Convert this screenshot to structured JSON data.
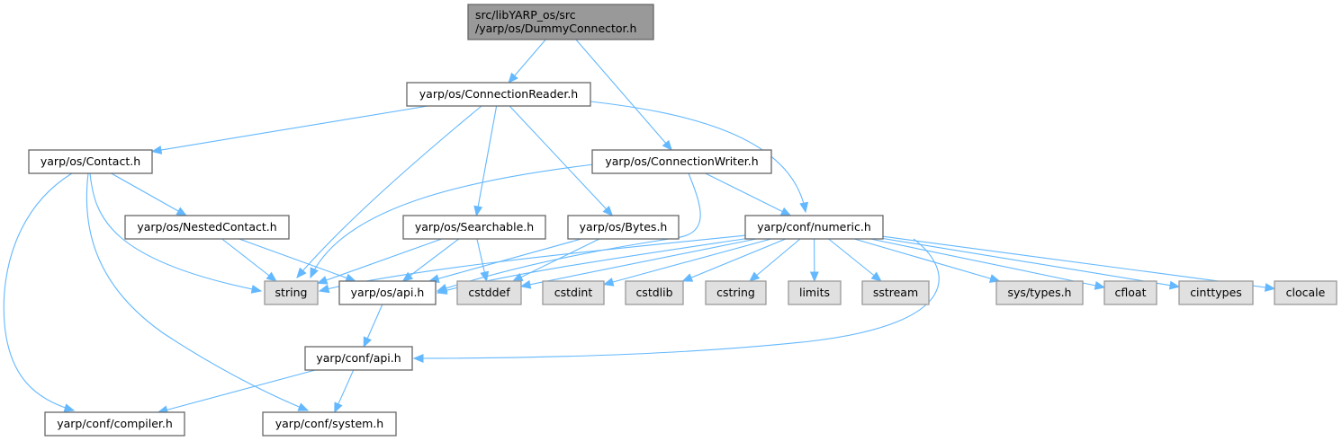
{
  "diagram": {
    "title": "src/libYARP_os/src/yarp/os/DummyConnector.h",
    "colors": {
      "edge": "#63b8ff",
      "root_fill": "#999999",
      "file_fill": "#ffffff",
      "system_fill": "#e0e0e0",
      "border": "#666666"
    },
    "nodes": [
      {
        "id": "dummy",
        "lines": [
          "src/libYARP_os/src",
          "/yarp/os/DummyConnector.h"
        ],
        "kind": "root"
      },
      {
        "id": "reader",
        "lines": [
          "yarp/os/ConnectionReader.h"
        ],
        "kind": "file"
      },
      {
        "id": "contact",
        "lines": [
          "yarp/os/Contact.h"
        ],
        "kind": "file"
      },
      {
        "id": "writer",
        "lines": [
          "yarp/os/ConnectionWriter.h"
        ],
        "kind": "file"
      },
      {
        "id": "nested",
        "lines": [
          "yarp/os/NestedContact.h"
        ],
        "kind": "file"
      },
      {
        "id": "searchable",
        "lines": [
          "yarp/os/Searchable.h"
        ],
        "kind": "file"
      },
      {
        "id": "bytes",
        "lines": [
          "yarp/os/Bytes.h"
        ],
        "kind": "file"
      },
      {
        "id": "numeric",
        "lines": [
          "yarp/conf/numeric.h"
        ],
        "kind": "file"
      },
      {
        "id": "string",
        "lines": [
          "string"
        ],
        "kind": "sys"
      },
      {
        "id": "osapi",
        "lines": [
          "yarp/os/api.h"
        ],
        "kind": "file"
      },
      {
        "id": "cstddef",
        "lines": [
          "cstddef"
        ],
        "kind": "sys"
      },
      {
        "id": "cstdint",
        "lines": [
          "cstdint"
        ],
        "kind": "sys"
      },
      {
        "id": "cstdlib",
        "lines": [
          "cstdlib"
        ],
        "kind": "sys"
      },
      {
        "id": "cstring",
        "lines": [
          "cstring"
        ],
        "kind": "sys"
      },
      {
        "id": "limits",
        "lines": [
          "limits"
        ],
        "kind": "sys"
      },
      {
        "id": "sstream",
        "lines": [
          "sstream"
        ],
        "kind": "sys"
      },
      {
        "id": "systypes",
        "lines": [
          "sys/types.h"
        ],
        "kind": "sys"
      },
      {
        "id": "cfloat",
        "lines": [
          "cfloat"
        ],
        "kind": "sys"
      },
      {
        "id": "cinttypes",
        "lines": [
          "cinttypes"
        ],
        "kind": "sys"
      },
      {
        "id": "clocale",
        "lines": [
          "clocale"
        ],
        "kind": "sys"
      },
      {
        "id": "confapi",
        "lines": [
          "yarp/conf/api.h"
        ],
        "kind": "file"
      },
      {
        "id": "compiler",
        "lines": [
          "yarp/conf/compiler.h"
        ],
        "kind": "file"
      },
      {
        "id": "system",
        "lines": [
          "yarp/conf/system.h"
        ],
        "kind": "file"
      }
    ],
    "edges": [
      [
        "dummy",
        "reader"
      ],
      [
        "dummy",
        "writer"
      ],
      [
        "reader",
        "contact"
      ],
      [
        "reader",
        "string"
      ],
      [
        "reader",
        "searchable"
      ],
      [
        "reader",
        "bytes"
      ],
      [
        "reader",
        "numeric"
      ],
      [
        "contact",
        "nested"
      ],
      [
        "contact",
        "string"
      ],
      [
        "contact",
        "compiler"
      ],
      [
        "contact",
        "system"
      ],
      [
        "writer",
        "string"
      ],
      [
        "writer",
        "osapi"
      ],
      [
        "writer",
        "numeric"
      ],
      [
        "nested",
        "string"
      ],
      [
        "nested",
        "osapi"
      ],
      [
        "searchable",
        "string"
      ],
      [
        "searchable",
        "osapi"
      ],
      [
        "searchable",
        "cstddef"
      ],
      [
        "bytes",
        "osapi"
      ],
      [
        "bytes",
        "cstddef"
      ],
      [
        "numeric",
        "string"
      ],
      [
        "numeric",
        "osapi"
      ],
      [
        "numeric",
        "cstddef"
      ],
      [
        "numeric",
        "cstdint"
      ],
      [
        "numeric",
        "cstdlib"
      ],
      [
        "numeric",
        "cstring"
      ],
      [
        "numeric",
        "limits"
      ],
      [
        "numeric",
        "sstream"
      ],
      [
        "numeric",
        "systypes"
      ],
      [
        "numeric",
        "cfloat"
      ],
      [
        "numeric",
        "cinttypes"
      ],
      [
        "numeric",
        "clocale"
      ],
      [
        "numeric",
        "confapi"
      ],
      [
        "osapi",
        "confapi"
      ],
      [
        "confapi",
        "compiler"
      ],
      [
        "confapi",
        "system"
      ]
    ]
  }
}
